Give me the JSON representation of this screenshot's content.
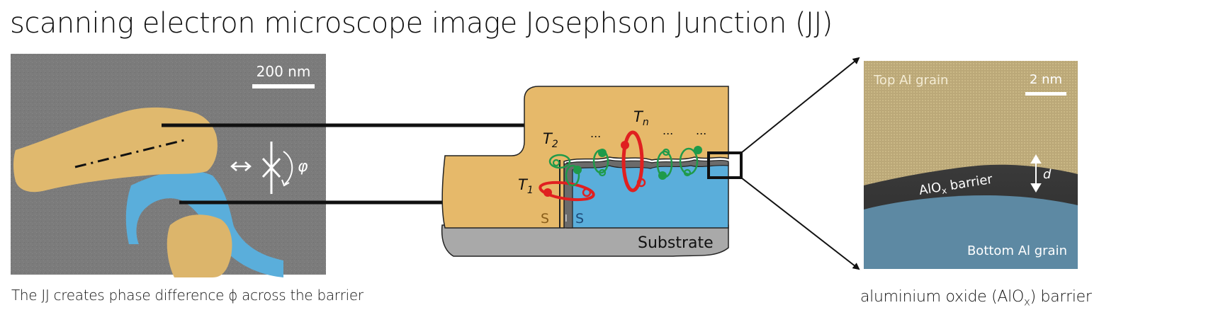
{
  "title": "scanning electron microscope image Josephson Junction (JJ)",
  "sem_panel": {
    "scale_label": "200 nm",
    "phi_symbol": "φ",
    "caption": "The JJ creates phase difference ϕ across the barrier"
  },
  "schematic": {
    "labels": {
      "t1": "T",
      "t1_sub": "1",
      "t2": "T",
      "t2_sub": "2",
      "tn": "T",
      "tn_sub": "n",
      "dots": "...",
      "s_left": "S",
      "i_mid": "I",
      "s_right": "S",
      "substrate": "Substrate"
    }
  },
  "tem_panel": {
    "top_label": "Top Al grain",
    "scale_label": "2 nm",
    "barrier_label": "AlO",
    "barrier_sub": "x",
    "barrier_suffix": " barrier",
    "d_label": "d",
    "bottom_label": "Bottom Al grain",
    "caption_prefix": "aluminium oxide (AlO",
    "caption_sub": "x",
    "caption_suffix": ") barrier"
  },
  "colors": {
    "al_top": "#e6b96a",
    "al_bottom": "#5aaedb",
    "oxide": "#6b6b6b",
    "substrate": "#a9a9a9",
    "tls_red": "#e02020",
    "tls_green": "#1f9a4a"
  }
}
